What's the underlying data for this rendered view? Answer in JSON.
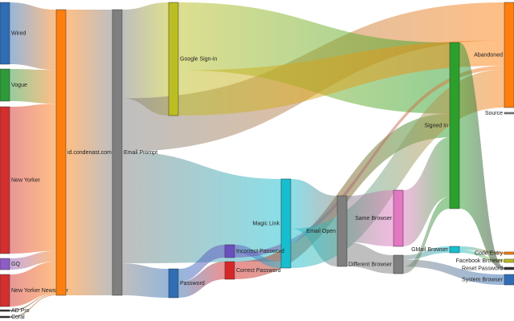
{
  "chart_data": {
    "type": "sankey",
    "nodes": [
      {
        "id": "wired",
        "label": "Wired",
        "color": "#2f6db5"
      },
      {
        "id": "vogue",
        "label": "Vogue",
        "color": "#2e9a3a"
      },
      {
        "id": "newyorker",
        "label": "New Yorker",
        "color": "#d32f2f"
      },
      {
        "id": "gq",
        "label": "GQ",
        "color": "#8e5cc4"
      },
      {
        "id": "nyn",
        "label": "New Yorker Newsletter",
        "color": "#d32f2f"
      },
      {
        "id": "adpro",
        "label": "AD Pro",
        "color": "#333333"
      },
      {
        "id": "coral",
        "label": "Coral",
        "color": "#333333"
      },
      {
        "id": "idcn",
        "label": "id.condenast.com",
        "color": "#ff7f0e"
      },
      {
        "id": "emailprompt",
        "label": "Email Prompt",
        "color": "#7f7f7f"
      },
      {
        "id": "google",
        "label": "Google Sign-in",
        "color": "#bcbd22"
      },
      {
        "id": "password",
        "label": "Password",
        "color": "#2f6db5"
      },
      {
        "id": "magic",
        "label": "Magic Link",
        "color": "#17becf"
      },
      {
        "id": "incorrect",
        "label": "Incorrect Password",
        "color": "#6b4fbf"
      },
      {
        "id": "correct",
        "label": "Correct Password",
        "color": "#d62728"
      },
      {
        "id": "emailopen",
        "label": "Email Open",
        "color": "#7f7f7f"
      },
      {
        "id": "samebrowser",
        "label": "Same Browser",
        "color": "#e377c2"
      },
      {
        "id": "diffbrowser",
        "label": "Different Browser",
        "color": "#7f7f7f"
      },
      {
        "id": "signedin",
        "label": "Signed In",
        "color": "#2ca02c"
      },
      {
        "id": "gmail",
        "label": "GMail Browser",
        "color": "#17becf"
      },
      {
        "id": "abandoned",
        "label": "Abandoned",
        "color": "#ff7f0e"
      },
      {
        "id": "source",
        "label": "Source",
        "color": "#888888"
      },
      {
        "id": "codeentry",
        "label": "Code Entry",
        "color": "#ff7f0e"
      },
      {
        "id": "fbbrowser",
        "label": "Facebook Browser",
        "color": "#bcbd22"
      },
      {
        "id": "resetpw",
        "label": "Reset Password",
        "color": "#333333"
      },
      {
        "id": "sysbrowser",
        "label": "System Browser",
        "color": "#2f6db5"
      }
    ],
    "links": [
      {
        "source": "wired",
        "target": "idcn",
        "value": 68
      },
      {
        "source": "vogue",
        "target": "idcn",
        "value": 38
      },
      {
        "source": "newyorker",
        "target": "idcn",
        "value": 166
      },
      {
        "source": "gq",
        "target": "idcn",
        "value": 12
      },
      {
        "source": "nyn",
        "target": "idcn",
        "value": 36
      },
      {
        "source": "adpro",
        "target": "idcn",
        "value": 1
      },
      {
        "source": "coral",
        "target": "idcn",
        "value": 1
      },
      {
        "source": "idcn",
        "target": "emailprompt",
        "value": 322
      },
      {
        "source": "emailprompt",
        "target": "google",
        "value": 100
      },
      {
        "source": "emailprompt",
        "target": "abandoned",
        "value": 60
      },
      {
        "source": "emailprompt",
        "target": "magic",
        "value": 126
      },
      {
        "source": "emailprompt",
        "target": "password",
        "value": 36
      },
      {
        "source": "google",
        "target": "signedin",
        "value": 60
      },
      {
        "source": "google",
        "target": "abandoned",
        "value": 40
      },
      {
        "source": "password",
        "target": "incorrect",
        "value": 16
      },
      {
        "source": "password",
        "target": "correct",
        "value": 20
      },
      {
        "source": "correct",
        "target": "signedin",
        "value": 20
      },
      {
        "source": "incorrect",
        "target": "magic",
        "value": 10
      },
      {
        "source": "incorrect",
        "target": "abandoned",
        "value": 6
      },
      {
        "source": "magic",
        "target": "emailopen",
        "value": 76
      },
      {
        "source": "magic",
        "target": "abandoned",
        "value": 60
      },
      {
        "source": "emailopen",
        "target": "samebrowser",
        "value": 50
      },
      {
        "source": "emailopen",
        "target": "diffbrowser",
        "value": 26
      },
      {
        "source": "samebrowser",
        "target": "signedin",
        "value": 50
      },
      {
        "source": "diffbrowser",
        "target": "gmail",
        "value": 6
      },
      {
        "source": "diffbrowser",
        "target": "sysbrowser",
        "value": 10
      },
      {
        "source": "diffbrowser",
        "target": "signedin",
        "value": 10
      },
      {
        "source": "gmail",
        "target": "codeentry",
        "value": 3
      },
      {
        "source": "gmail",
        "target": "fbbrowser",
        "value": 3
      },
      {
        "source": "signedin",
        "target": "resetpw",
        "value": 2
      }
    ]
  }
}
